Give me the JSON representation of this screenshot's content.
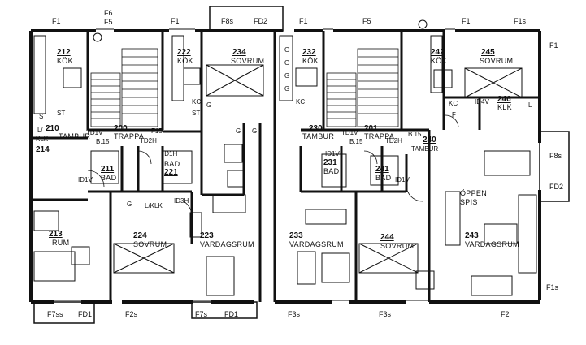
{
  "exterior": {
    "F1_top_a": "F1",
    "F6": "F6",
    "F5_a": "F5",
    "F1_top_b": "F1",
    "F8s_top": "F8s",
    "FD2_top": "FD2",
    "F1_top_c": "F1",
    "F5_b": "F5",
    "F1_top_d": "F1",
    "F1s_top": "F1s",
    "F1_right": "F1",
    "F8s_right": "F8s",
    "FD2_right": "FD2",
    "F1s_right": "F1s",
    "F7ss": "F7ss",
    "FD1_a": "FD1",
    "F2s": "F2s",
    "F7s": "F7s",
    "FD1_b": "FD1",
    "F3s_a": "F3s",
    "F3s_b": "F3s",
    "F2": "F2"
  },
  "rooms": {
    "r212_n": "212",
    "r212_t": "KÖK",
    "r222_n": "222",
    "r222_t": "KÖK",
    "r234_n": "234",
    "r234_t": "SOVRUM",
    "r232_n": "232",
    "r232_t": "KÖK",
    "r242_n": "242",
    "r242_t": "KÖK",
    "r245_n": "245",
    "r245_t": "SOVRUM",
    "r210_n": "210",
    "r210_t": "TAMBUR",
    "r200_n": "200",
    "r200_t": "TRAPPA",
    "r230_n": "230",
    "r230_t": "TAMBUR",
    "r201_n": "201",
    "r201_t": "TRAPPA",
    "r211_n": "211",
    "r211_t": "BAD",
    "r221_t": "BAD",
    "r221_n": "221",
    "r231_n": "231",
    "r231_t": "BAD",
    "r241_n": "241",
    "r241_t": "BAD",
    "r213_n": "213",
    "r213_t": "RUM",
    "r224_n": "224",
    "r224_t": "SOVRUM",
    "r223_n": "223",
    "r223_t": "VARDAGSRUM",
    "r233_n": "233",
    "r233_t": "VARDAGSRUM",
    "r244_n": "244",
    "r244_t": "SOVRUM",
    "r243_n": "243",
    "r243_t": "VARDAGSRUM",
    "r246_n": "246",
    "r246_t": "KLK",
    "r214_n": "214",
    "oppen": "ÖPPEN",
    "spis": "SPIS",
    "r240_n": "240",
    "r240_t": "TAMBUR"
  },
  "fixtures": {
    "ST_a": "ST",
    "ST_b": "ST",
    "KL_a": "L/",
    "KLK_a": "KLK",
    "G_a": "G",
    "G_b": "G",
    "G_c": "G",
    "LKLK": "L/KLK",
    "G_d": "G",
    "L_a": "L",
    "F_a": "F",
    "S_a": "S",
    "KC_a": "KC",
    "KC_b": "KC",
    "KC_c": "KC",
    "G1": "G",
    "G2": "G",
    "G3": "G",
    "G4": "G"
  },
  "doors": {
    "TD1V_a": "TD1V",
    "B15_a": "B.15",
    "F15_a": "F15",
    "TD2H_a": "TD2H",
    "ID1H": "ID1H",
    "ID1V_a": "ID1V",
    "ID3H": "ID3H",
    "TD1V_b": "TD1V",
    "B15_b": "B.15",
    "TD2H_b": "TD2H",
    "ID1V_b": "ID1V",
    "ID1V_c": "ID1V",
    "ID4V": "ID4V",
    "B15_c": "B.15"
  }
}
